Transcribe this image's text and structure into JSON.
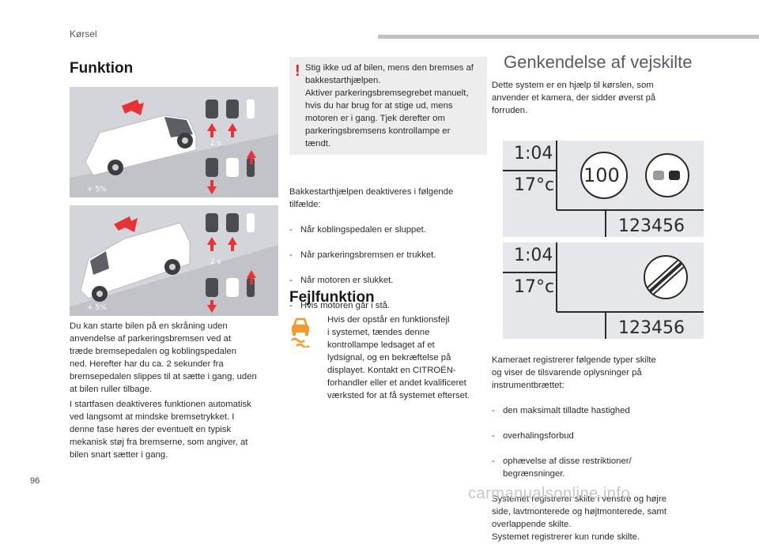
{
  "header": {
    "section": "Kørsel"
  },
  "funktion": {
    "title": "Funktion",
    "image_texts": {
      "grade": "+ 5%",
      "timer": "2 s"
    },
    "para1": "Du kan starte bilen på en skråning uden\nanvendelse af parkeringsbremsen ved at\ntræde bremsepedalen og koblingspedalen\nned. Herefter har du ca. 2 sekunder fra\nbremsepedalen slippes til at sætte i gang, uden\nat bilen ruller tilbage.",
    "para2": "I startfasen deaktiveres funktionen automatisk\nved langsomt at mindske bremsetrykket. I\ndenne fase høres der eventuelt en typisk\nmekanisk støj fra bremserne, som angiver, at\nbilen snart sætter i gang."
  },
  "warning": {
    "mark": "!",
    "text": "Stig ikke ud af bilen, mens den bremses af\nbakkestarthjælpen.\nAktiver parkeringsbremsegrebet manuelt,\nhvis du har brug for at stige ud, mens\nmotoren er i gang. Tjek derefter om\nparkeringsbremsens kontrollampe er\ntændt."
  },
  "deactivation": {
    "intro": "Bakkestarthjælpen deaktiveres i følgende\ntilfælde:",
    "items": [
      "Når koblingspedalen er sluppet.",
      "Når parkeringsbremsen er trukket.",
      "Når motoren er slukket.",
      "Hvis motoren går i stå."
    ]
  },
  "fejl": {
    "title": "Fejlfunktion",
    "text": "Hvis der opstår en funktionsfejl\ni systemet, tændes denne\nkontrollampe ledsaget af et\nlydsignal, og en bekræftelse på\ndisplayet. Kontakt en CITROËN-\nforhandler eller et andet kvalificeret\nværksted for at få systemet efterset."
  },
  "genkendelse": {
    "title": "Genkendelse af vejskilte",
    "intro": "Dette system er en hjælp til kørslen, som\nanvender et kamera, der sidder øverst på\nforruden.",
    "display1": {
      "time": "1:04",
      "temp": "17°c",
      "speed": "100",
      "odometer": "123456"
    },
    "display2": {
      "time": "1:04",
      "temp": "17°c",
      "odometer": "123456"
    },
    "body_intro": "Kameraet registrerer følgende typer skilte\nog viser de tilsvarende oplysninger på\ninstrumentbrættet:",
    "items": [
      "den maksimalt tilladte hastighed",
      "overhalingsforbud",
      "ophævelse af disse restriktioner/\nbegrænsninger."
    ],
    "body_outro": "Systemet registrerer skilte i venstre og højre\nside, lavtmonterede og højtmonterede, samt\noverlappende skilte.\nSystemet registrerer kun runde skilte."
  },
  "footer": {
    "page": "96",
    "watermark": "carmanualsonline.info"
  },
  "colors": {
    "warning_red": "#e3262b",
    "warning_bg": "#ededed",
    "accent_orange": "#f29a2e",
    "arrow_red": "#e63338",
    "panel_gray": "#d4d5da"
  }
}
